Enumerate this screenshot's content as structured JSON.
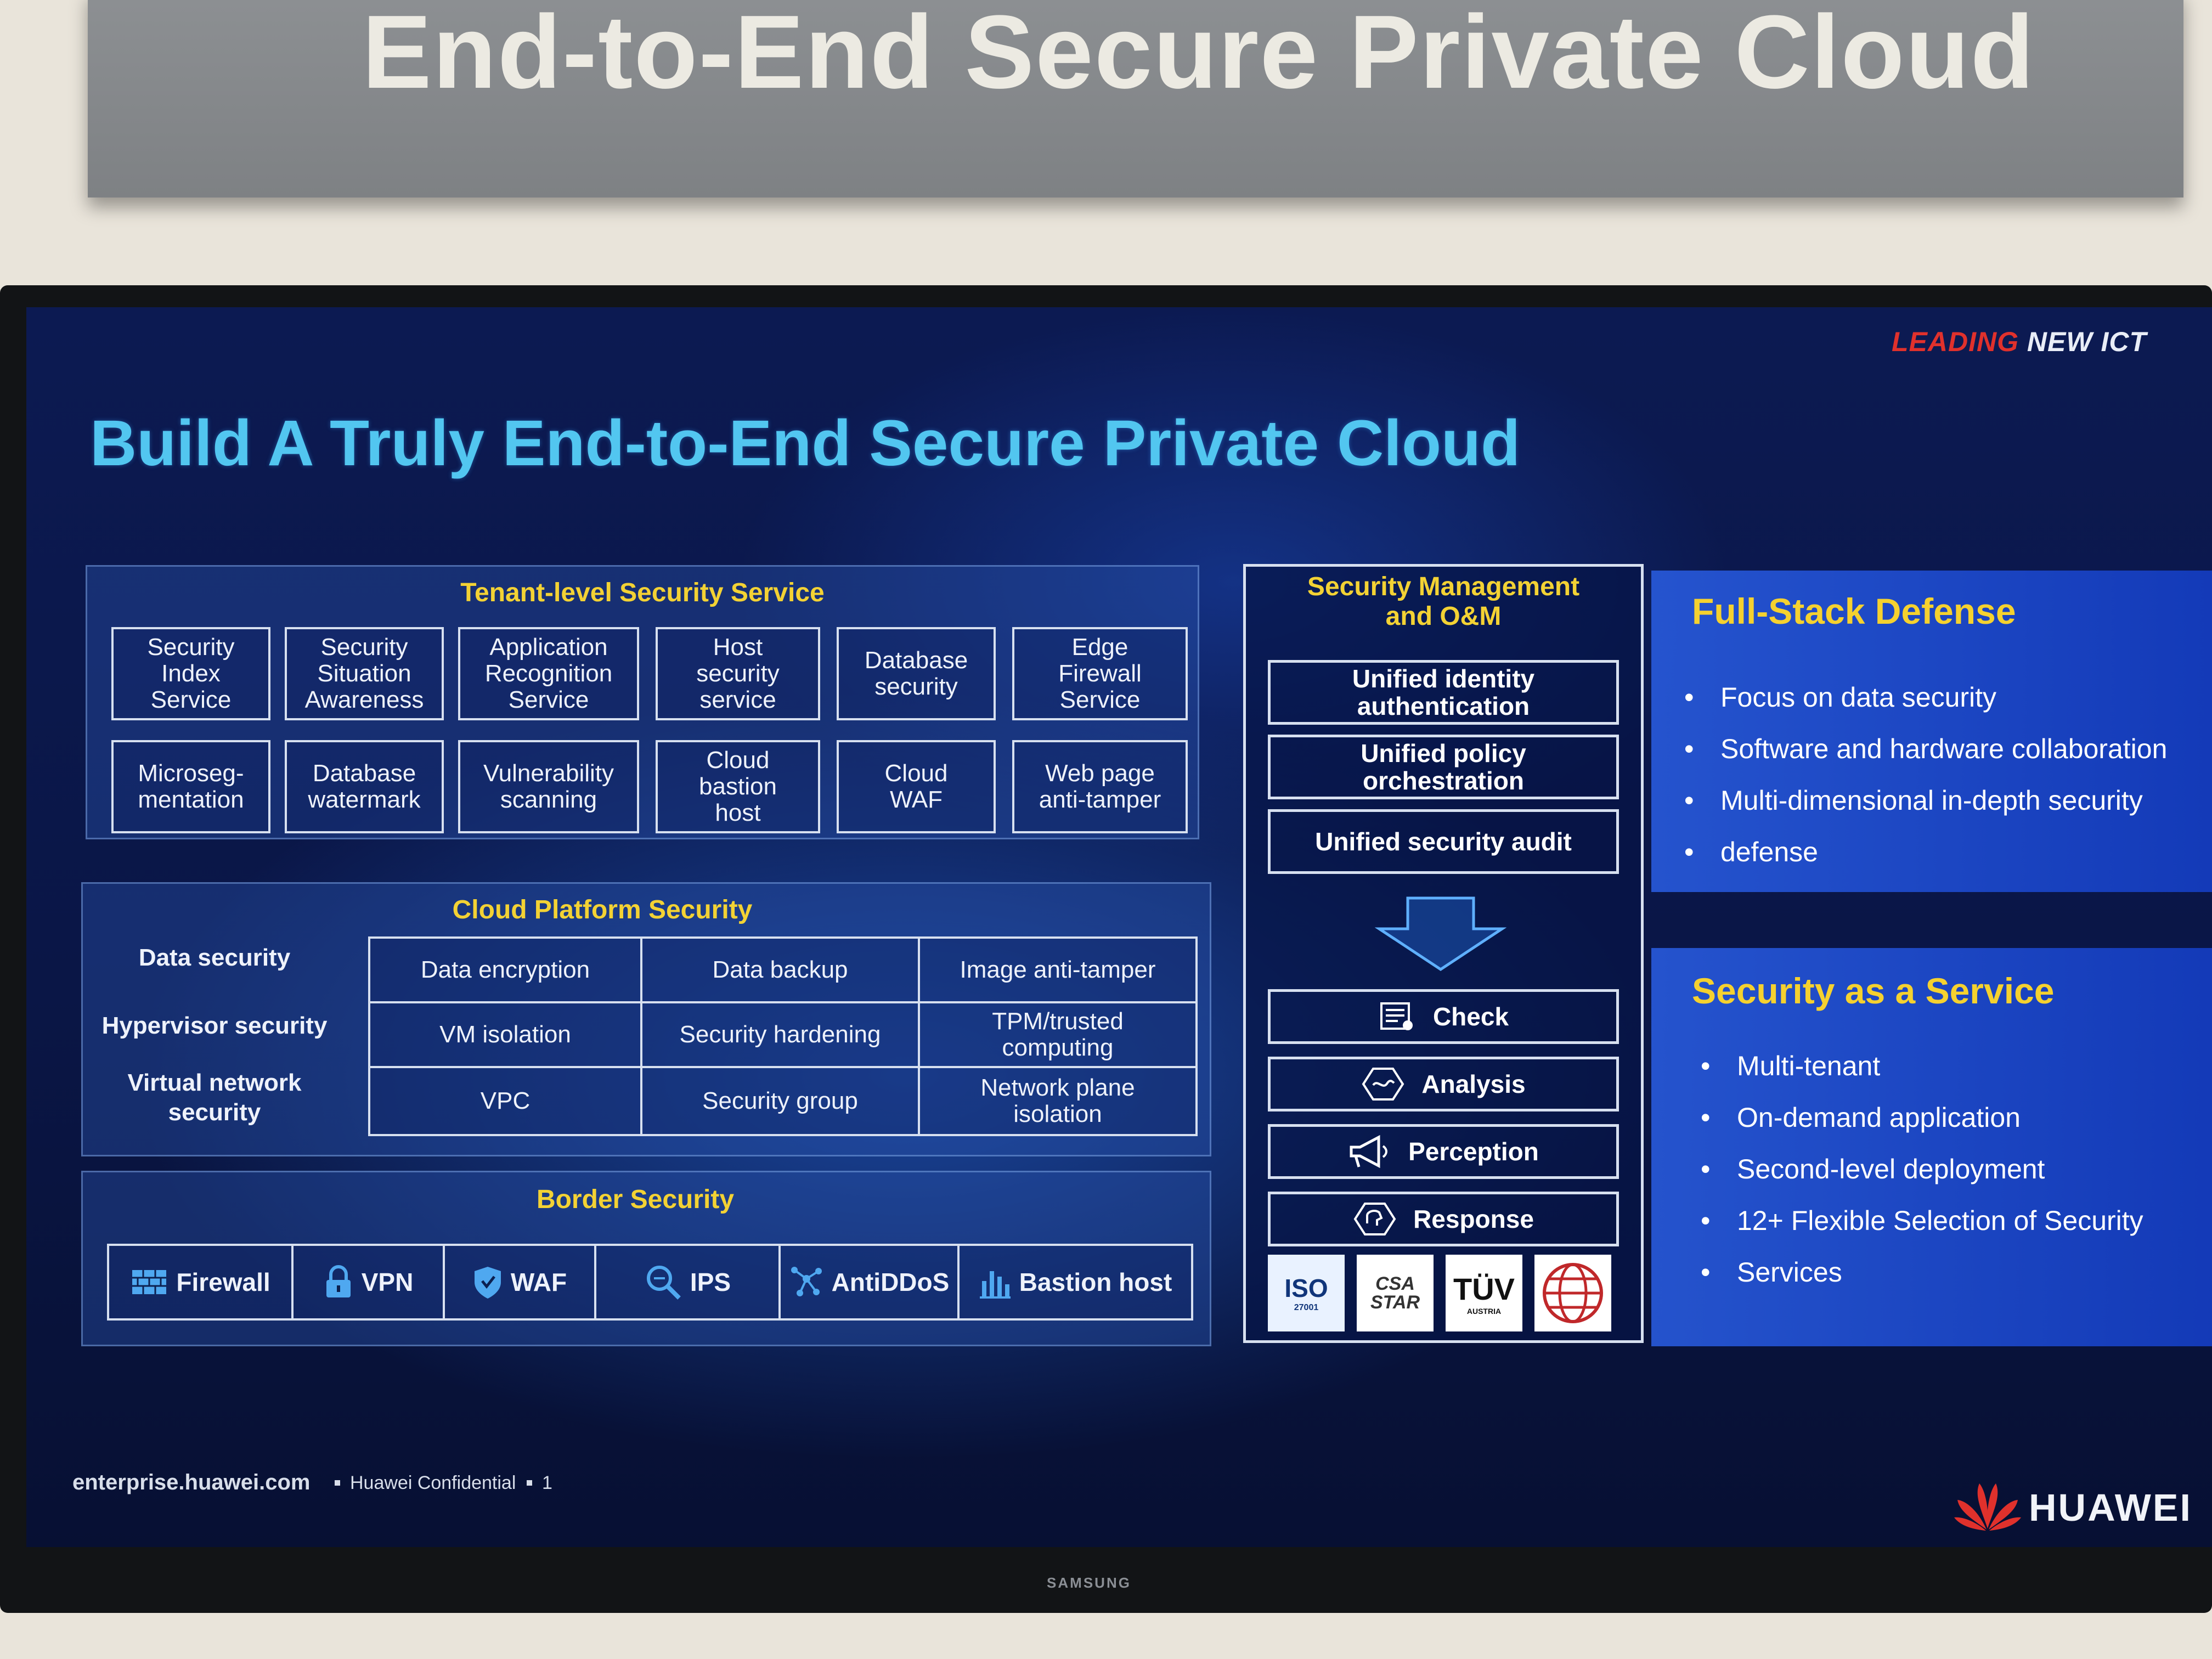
{
  "sign": {
    "title": "End-to-End Secure Private Cloud"
  },
  "brand": {
    "leading": "LEADING",
    "new_ict": "NEW ICT",
    "tv_brand": "SAMSUNG"
  },
  "slide_title": "Build A Truly End-to-End Secure Private Cloud",
  "tenant": {
    "title": "Tenant-level Security Service",
    "row1": [
      "Security\nIndex\nService",
      "Security\nSituation\nAwareness",
      "Application\nRecognition\nService",
      "Host\nsecurity\nservice",
      "Database\nsecurity",
      "Edge\nFirewall\nService"
    ],
    "row2": [
      "Microseg-\nmentation",
      "Database\nwatermark",
      "Vulnerability\nscanning",
      "Cloud\nbastion\nhost",
      "Cloud\nWAF",
      "Web page\nanti-tamper"
    ]
  },
  "platform": {
    "title": "Cloud Platform Security",
    "row_labels": [
      "Data security",
      "Hypervisor security",
      "Virtual network\nsecurity"
    ],
    "rows": [
      [
        "Data encryption",
        "Data backup",
        "Image anti-tamper"
      ],
      [
        "VM isolation",
        "Security hardening",
        "TPM/trusted\ncomputing"
      ],
      [
        "VPC",
        "Security group",
        "Network plane\nisolation"
      ]
    ]
  },
  "border": {
    "title": "Border Security",
    "items": [
      "Firewall",
      "VPN",
      "WAF",
      "IPS",
      "AntiDDoS",
      "Bastion host"
    ]
  },
  "mgmt": {
    "title": "Security Management\nand O&M",
    "unified": [
      "Unified identity\nauthentication",
      "Unified policy\norchestration",
      "Unified security audit"
    ],
    "cycle": [
      "Check",
      "Analysis",
      "Perception",
      "Response"
    ],
    "certs": {
      "iso": "ISO",
      "iso_num": "27001",
      "csa": "CSA\nSTAR",
      "tuv": "TÜV",
      "tuv_sub": "AUSTRIA"
    }
  },
  "full_stack": {
    "title": "Full-Stack Defense",
    "items": [
      "Focus on data security",
      "Software and hardware collaboration",
      "Multi-dimensional in-depth security",
      "defense"
    ]
  },
  "saas": {
    "title": "Security as a Service",
    "items": [
      "Multi-tenant",
      "On-demand application",
      "Second-level deployment",
      "12+ Flexible Selection of Security",
      "Services"
    ]
  },
  "footer": {
    "url": "enterprise.huawei.com",
    "confidential": "Huawei Confidential",
    "page": "1",
    "logo_text": "HUAWEI"
  },
  "colors": {
    "title_blue": "#52c6f0",
    "accent_yellow": "#f3d234",
    "leading_red": "#e0312c"
  }
}
